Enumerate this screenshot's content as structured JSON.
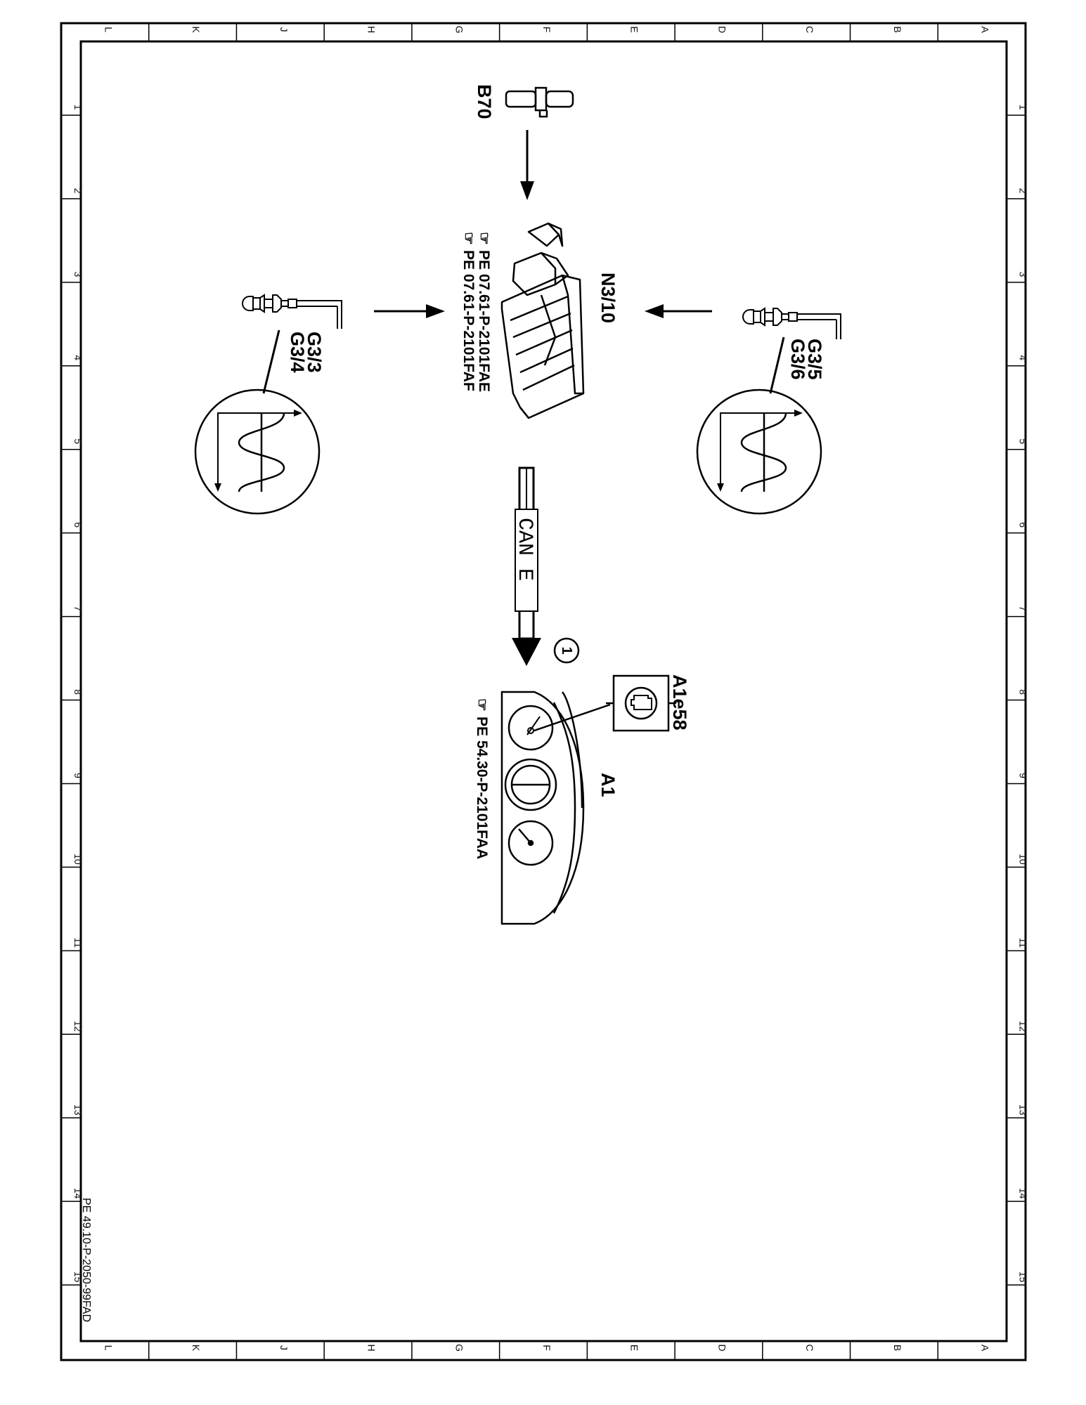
{
  "frame": {
    "top_letters": [
      "L",
      "K",
      "J",
      "H",
      "G",
      "F",
      "E",
      "D",
      "C",
      "B",
      "A"
    ],
    "bottom_letters": [
      "L",
      "K",
      "J",
      "H",
      "G",
      "F",
      "E",
      "D",
      "C",
      "B",
      "A"
    ],
    "row_numbers": [
      "1",
      "2",
      "3",
      "4",
      "5",
      "6",
      "7",
      "8",
      "9",
      "10",
      "11",
      "12",
      "13",
      "14",
      "15"
    ]
  },
  "components": {
    "b70": "B70",
    "n3_10": "N3/10",
    "g3_3": "G3/3",
    "g3_4": "G3/4",
    "g3_5": "G3/5",
    "g3_6": "G3/6",
    "a1": "A1",
    "a1e58": "A1e58"
  },
  "references": {
    "ecu_ref_1": "PE  07.61-P-2101FAE",
    "ecu_ref_2": "PE  07.61-P-2101FAF",
    "cluster_ref": "PE  54.30-P-2101FAA"
  },
  "bus": {
    "label": "CAN E",
    "callout": "1"
  },
  "doc_id": "PE 49.10-P-2050-99FAD"
}
